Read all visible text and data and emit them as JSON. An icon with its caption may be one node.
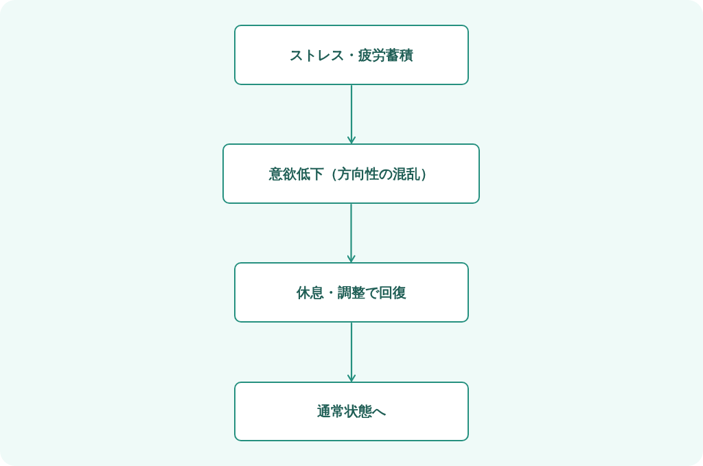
{
  "diagram": {
    "nodes": [
      {
        "text": [
          "ストレス・疲労蓄積"
        ]
      },
      {
        "text": [
          "意欲低下（方向性の混乱）"
        ]
      },
      {
        "text": [
          "休息・調整で回復"
        ]
      },
      {
        "text": [
          "通常状態へ"
        ]
      }
    ],
    "edges": [
      {
        "from": 0,
        "to": 1,
        "arrow": "to"
      },
      {
        "from": 1,
        "to": 2,
        "arrow": "to"
      },
      {
        "from": 2,
        "to": 3,
        "arrow": "to"
      }
    ]
  }
}
